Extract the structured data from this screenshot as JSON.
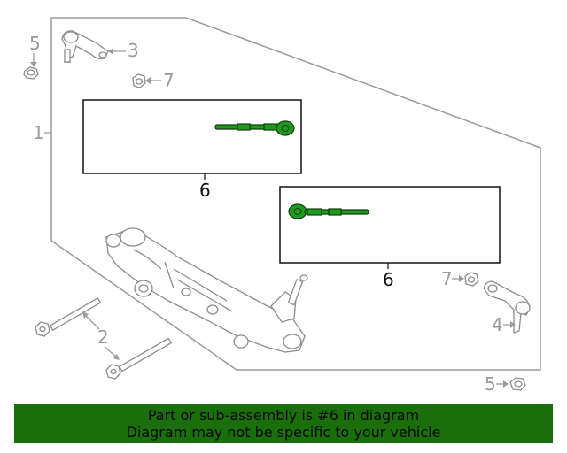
{
  "diagram": {
    "callouts": {
      "c1": "1",
      "c2": "2",
      "c3": "3",
      "c4": "4",
      "c5_top": "5",
      "c5_bottom": "5",
      "c6_top": "6",
      "c6_bottom": "6",
      "c7_top": "7",
      "c7_bottom": "7"
    },
    "highlight_part": "6",
    "colors": {
      "highlight": "#1f9a1f",
      "outline": "#8c8c8c",
      "callout_text": "#9a9a9a"
    }
  },
  "banner": {
    "line1": "Part or sub-assembly is #6 in diagram",
    "line2": "Diagram may not be specific to your vehicle",
    "background": "#1a6e0c"
  }
}
